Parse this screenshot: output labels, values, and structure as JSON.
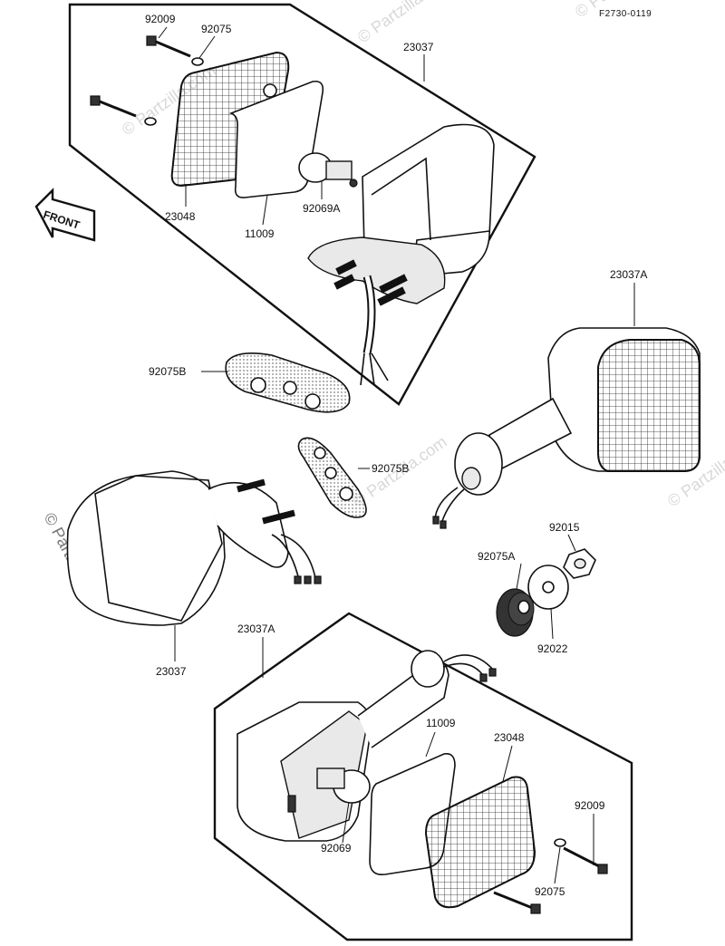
{
  "figure_code": "F2730-0119",
  "watermark": "© Partzilla.com",
  "front_arrow_label": "FRONT",
  "part_labels": {
    "p92009_top": "92009",
    "p92075_top": "92075",
    "p23037_top": "23037",
    "p23048_top": "23048",
    "p11009_top": "11009",
    "p92069A": "92069A",
    "p23037A_right": "23037A",
    "p92075B_upper": "92075B",
    "p92075B_lower": "92075B",
    "p92015": "92015",
    "p92075A": "92075A",
    "p92022": "92022",
    "p23037_left": "23037",
    "p23037A_bottom": "23037A",
    "p11009_bottom": "11009",
    "p23048_bottom": "23048",
    "p92009_bottom": "92009",
    "p92069": "92069",
    "p92075_bottom": "92075"
  }
}
